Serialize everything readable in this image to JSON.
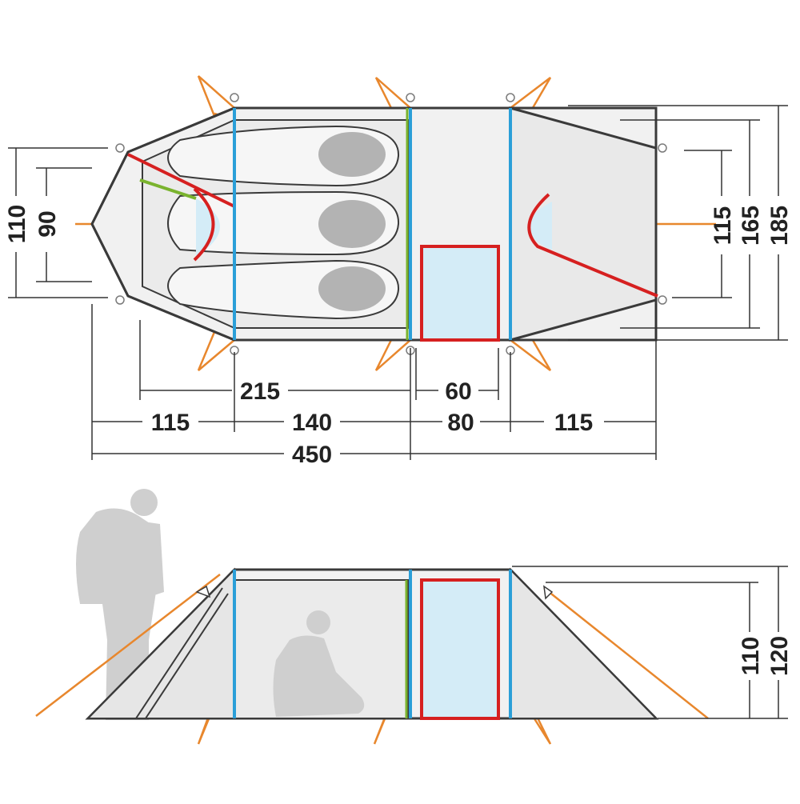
{
  "colors": {
    "outline": "#3a3a3a",
    "fabric": "#f1f1f1",
    "inner_fabric": "#ebebeb",
    "pole": "#2b9fd8",
    "door": "#d62020",
    "green": "#7ab32e",
    "guyline": "#e8872d",
    "window": "#d4ecf7",
    "silhouette": "#cfcfcf",
    "dimension_line": "#333333"
  },
  "top_view": {
    "width_dimensions": [
      "215",
      "60",
      "115",
      "140",
      "80",
      "115",
      "450"
    ],
    "height_dimensions_left": [
      "110",
      "90"
    ],
    "height_dimensions_right": [
      "115",
      "165",
      "185"
    ]
  },
  "side_view": {
    "height_dimensions": [
      "110",
      "120"
    ]
  },
  "icons": {
    "figures": [
      "hiker-silhouette-icon",
      "sitting-person-icon"
    ],
    "sleeping_bags": [
      "sleeping-bag-icon",
      "sleeping-bag-icon",
      "sleeping-bag-icon"
    ]
  }
}
